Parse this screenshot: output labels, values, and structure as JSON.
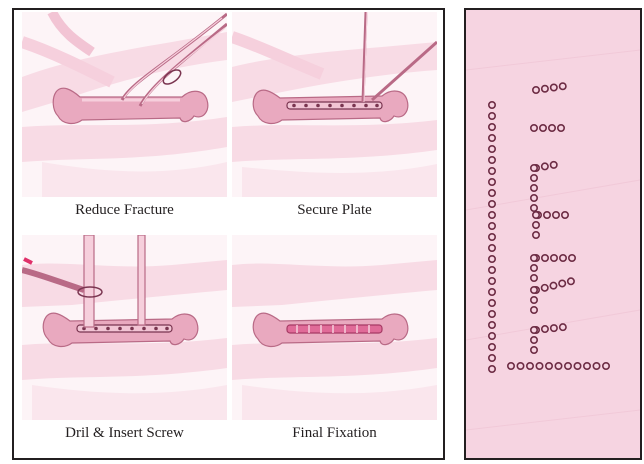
{
  "steps": [
    {
      "caption": "Reduce Fracture"
    },
    {
      "caption": "Secure Plate"
    },
    {
      "caption": "Dril & Insert Screw"
    },
    {
      "caption": "Final Fixation"
    }
  ],
  "colors": {
    "border": "#231f20",
    "bone_light": "#f6cfdc",
    "bone": "#e9a9bf",
    "bone_dark": "#b96a86",
    "plate": "#7a3550",
    "photo_bg": "#f6d4e1"
  },
  "icons": {
    "step_1": "bone-with-reduction-forceps",
    "step_2": "bone-with-plate",
    "step_3": "drill-guide-and-screwdriver",
    "step_4": "fixed-plate-on-bone",
    "photo": "bone-plate-set"
  }
}
